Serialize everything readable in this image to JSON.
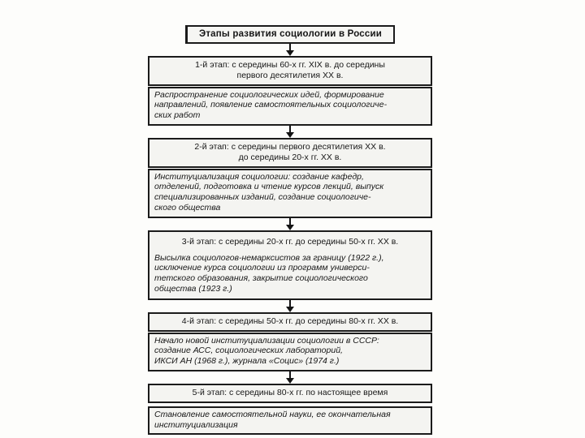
{
  "diagram": {
    "type": "flowchart",
    "title": "Этапы развития социологии в России",
    "colors": {
      "ink": "#1b1b1b",
      "box_background": "#f4f4f1",
      "page_background": "#fdfdfb"
    },
    "stages": [
      {
        "heading": "1-й этап: с середины 60-х гг. XIX в. до середины\nпервого десятилетия XX в.",
        "description": "Распространение социологических идей, формирование\nнаправлений, появление самостоятельных социологиче-\nских работ"
      },
      {
        "heading": "2-й этап: с середины первого десятилетия XX в.\nдо середины 20-х гг. XX в.",
        "description": "Институциализация социологии: создание кафедр,\nотделений, подготовка и чтение курсов лекций, выпуск\nспециализированных изданий, создание социологиче-\nского общества"
      },
      {
        "heading": "3-й этап: с середины 20-х гг. до середины 50-х гг. XX в.",
        "description": "Высылка социологов-немарксистов за границу (1922 г.),\nисключение курса социологии из программ универси-\nтетского образования, закрытие социологического\nобщества (1923 г.)"
      },
      {
        "heading": "4-й этап: с середины 50-х гг. до середины 80-х гг. XX в.",
        "description": "Начало новой институциализации социологии в СССР:\nсоздание АСС, социологических лабораторий,\nИКСИ АН (1968 г.), журнала «Социс» (1974 г.)"
      },
      {
        "heading": "5-й этап: с середины 80-х гг. по настоящее время",
        "description": "Становление самостоятельной науки, ее окончательная\nинституциализация"
      }
    ]
  }
}
